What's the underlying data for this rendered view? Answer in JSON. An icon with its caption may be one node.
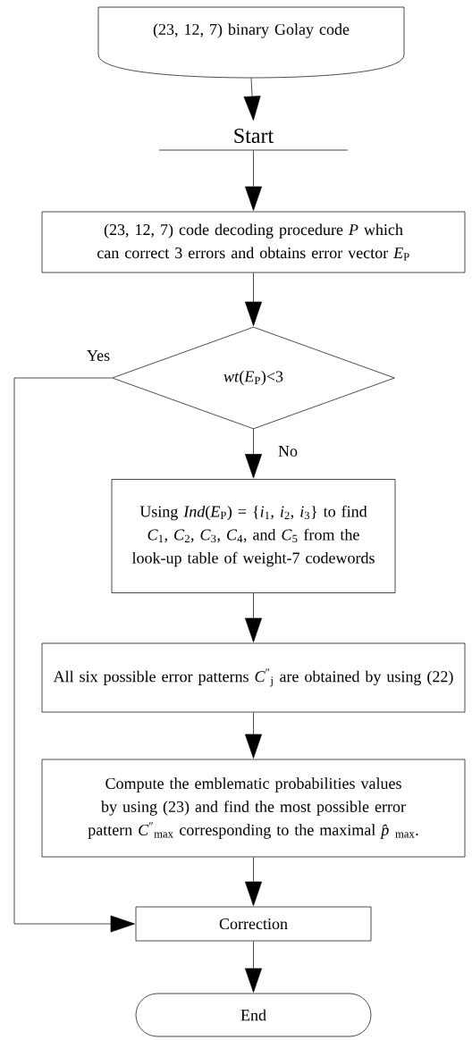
{
  "diagram": {
    "nodes": [
      {
        "text": [
          "(23, 12, 7) binary Golay code"
        ]
      },
      {
        "text": [
          "Start"
        ]
      },
      {
        "text": [
          "(23, 12, 7) code decoding procedure *P* which can correct 3 errors and obtains error vector *E*$_{P}$"
        ]
      },
      {
        "text": [
          "*wt*(*E*$_{P}$)<3"
        ]
      },
      {
        "text": [
          "Using *Ind*(*E*$_{P}$) = {*i*$_{1}$, *i*$_{2}$, *i*$_{3}$} to find *C*$_{1}$, *C*$_{2}$, *C*$_{3}$, *C*$_{4}$, and *C*$_{5}$ from the look-up table of weight-7 codewords"
        ]
      },
      {
        "text": [
          "All six possible error patterns *C*$^{″}$$_{j}$ are obtained by using (22)"
        ]
      },
      {
        "text": [
          "Compute the emblematic probabilities values by using (23) and find the most possible error pattern *C*$^{″}$$_{max}$ corresponding to the maximal *p̂*$_{max}$."
        ]
      },
      {
        "text": [
          "Correction"
        ]
      },
      {
        "text": [
          "End"
        ]
      }
    ],
    "edges": [
      {
        "from": 0,
        "to": 1,
        "arrow": "to"
      },
      {
        "from": 1,
        "to": 2,
        "arrow": "to"
      },
      {
        "from": 2,
        "to": 3,
        "arrow": "to"
      },
      {
        "from": 3,
        "to": 4,
        "arrow": "to",
        "label": "No"
      },
      {
        "from": 3,
        "to": 7,
        "arrow": "to",
        "label": "Yes"
      },
      {
        "from": 4,
        "to": 5,
        "arrow": "to"
      },
      {
        "from": 5,
        "to": 6,
        "arrow": "to"
      },
      {
        "from": 6,
        "to": 7,
        "arrow": "to"
      },
      {
        "from": 7,
        "to": 8,
        "arrow": "to"
      }
    ]
  }
}
